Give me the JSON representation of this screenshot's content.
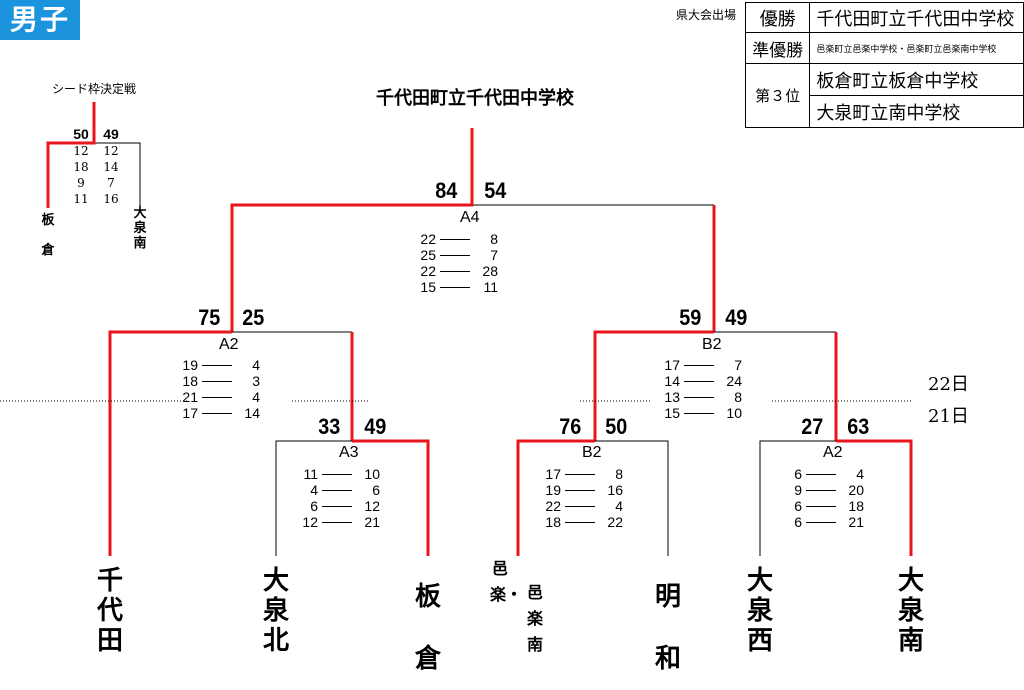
{
  "header": {
    "badge": "男子"
  },
  "results": {
    "caption": "県大会出場",
    "rows": [
      {
        "rank": "優勝",
        "school": "千代田町立千代田中学校"
      },
      {
        "rank": "準優勝",
        "school": "邑楽町立邑楽中学校・邑楽町立邑楽南中学校"
      },
      {
        "rank": "第３位",
        "school": "板倉町立板倉中学校"
      },
      {
        "rank": "",
        "school": "大泉町立南中学校"
      }
    ]
  },
  "winner": "千代田町立千代田中学校",
  "seed_match": {
    "title": "シード枠決定戦",
    "score_left": "50",
    "score_right": "49",
    "sets": [
      [
        "12",
        "12"
      ],
      [
        "18",
        "14"
      ],
      [
        "9",
        "7"
      ],
      [
        "11",
        "16"
      ]
    ],
    "team_left": "板倉",
    "team_right": "大泉南"
  },
  "days": {
    "upper": "22日",
    "lower": "21日"
  },
  "matches": {
    "final": {
      "label": "A4",
      "score_left": "84",
      "score_right": "54",
      "sets": [
        [
          "22",
          "8"
        ],
        [
          "25",
          "7"
        ],
        [
          "22",
          "28"
        ],
        [
          "15",
          "11"
        ]
      ]
    },
    "semi_left": {
      "label": "A2",
      "score_left": "75",
      "score_right": "25",
      "sets": [
        [
          "19",
          "4"
        ],
        [
          "18",
          "3"
        ],
        [
          "21",
          "4"
        ],
        [
          "17",
          "14"
        ]
      ]
    },
    "semi_right": {
      "label": "B2",
      "score_left": "59",
      "score_right": "49",
      "sets": [
        [
          "17",
          "7"
        ],
        [
          "14",
          "24"
        ],
        [
          "13",
          "8"
        ],
        [
          "15",
          "10"
        ]
      ]
    },
    "q1": {
      "label": "A3",
      "score_left": "33",
      "score_right": "49",
      "sets": [
        [
          "11",
          "10"
        ],
        [
          "4",
          "6"
        ],
        [
          "6",
          "12"
        ],
        [
          "12",
          "21"
        ]
      ]
    },
    "q2": {
      "label": "B2",
      "score_left": "76",
      "score_right": "50",
      "sets": [
        [
          "17",
          "8"
        ],
        [
          "19",
          "16"
        ],
        [
          "22",
          "4"
        ],
        [
          "18",
          "22"
        ]
      ]
    },
    "q3": {
      "label": "A2",
      "score_left": "27",
      "score_right": "63",
      "sets": [
        [
          "6",
          "4"
        ],
        [
          "9",
          "20"
        ],
        [
          "6",
          "18"
        ],
        [
          "6",
          "21"
        ]
      ]
    }
  },
  "teams": {
    "chiyoda": "千代田",
    "oizumi_kita": "大泉北",
    "itakura": "板倉",
    "oura": "邑楽・",
    "oura_minami": "邑楽南",
    "meiwa": "明和",
    "oizumi_nishi": "大泉西",
    "oizumi_minami": "大泉南"
  },
  "colors": {
    "win_line": "#e8161c",
    "lose_line": "#000000",
    "badge": "#1c93dd"
  }
}
